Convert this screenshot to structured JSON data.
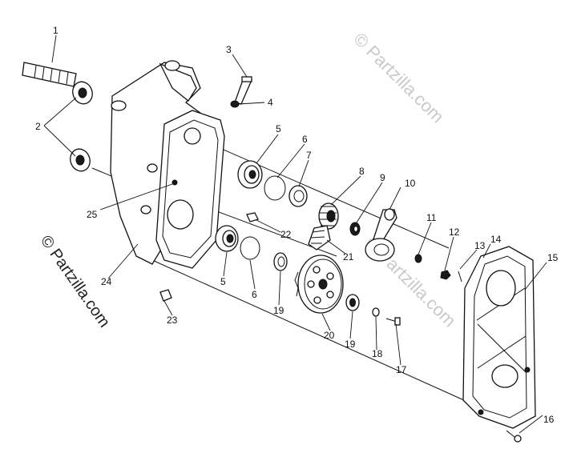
{
  "watermarks": {
    "top_right": "© Partzilla.com",
    "mid_right": "© Partzilla.com",
    "left_vertical": "© Partzilla.com"
  },
  "callouts": {
    "n1": "1",
    "n2": "2",
    "n3": "3",
    "n4": "4",
    "n5a": "5",
    "n5b": "5",
    "n6a": "6",
    "n6b": "6",
    "n7": "7",
    "n8": "8",
    "n9": "9",
    "n10": "10",
    "n11": "11",
    "n12": "12",
    "n13": "13",
    "n14": "14",
    "n15": "15",
    "n16": "16",
    "n17": "17",
    "n18": "18",
    "n19a": "19",
    "n19b": "19",
    "n20": "20",
    "n21": "21",
    "n22": "22",
    "n23": "23",
    "n24": "24",
    "n25": "25"
  }
}
